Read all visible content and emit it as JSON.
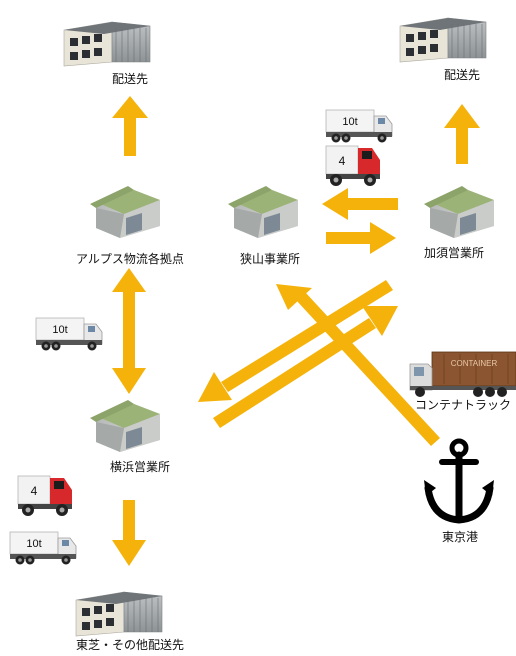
{
  "nodes": {
    "dest_top_left": {
      "label": "配送先",
      "icon": "building-icon"
    },
    "dest_top_right": {
      "label": "配送先",
      "icon": "building-icon"
    },
    "alps": {
      "label": "アルプス物流各拠点",
      "icon": "warehouse-icon"
    },
    "sayama": {
      "label": "狭山事業所",
      "icon": "warehouse-icon"
    },
    "kazo": {
      "label": "加須営業所",
      "icon": "warehouse-icon"
    },
    "yokohama": {
      "label": "横浜営業所",
      "icon": "warehouse-icon"
    },
    "tokyo_port": {
      "label": "東京港",
      "icon": "anchor-icon"
    },
    "toshiba": {
      "label": "東芝・その他配送先",
      "icon": "building-icon"
    },
    "container": {
      "label": "コンテナトラック",
      "icon": "container-truck-icon",
      "container_text": "CONTAINER"
    }
  },
  "trucks": {
    "ten_ton": "10t",
    "four_ton": "4"
  },
  "colors": {
    "arrow": "#f5b20a",
    "truck_red": "#d7282c",
    "roof": "#9bb377",
    "container": "#8a5530"
  }
}
